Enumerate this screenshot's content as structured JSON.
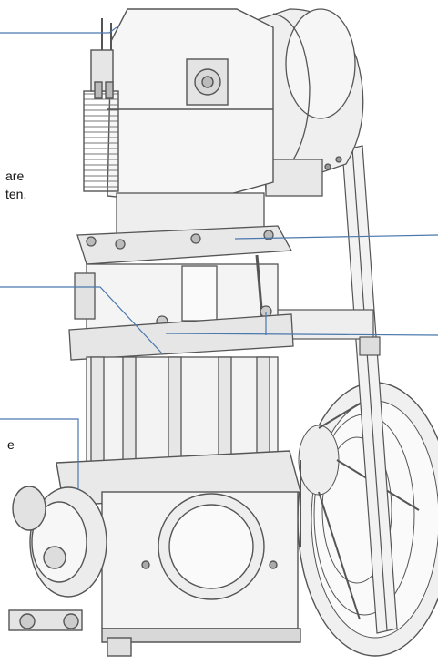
{
  "figure": {
    "label_fragments": [
      "are",
      "ten.",
      "e"
    ],
    "colors": {
      "callout_line": "#4a78ad",
      "outline": "#555555",
      "fill_light": "#f4f4f4",
      "fill_mid": "#e6e6e6",
      "fill_dark": "#cfcfcf"
    }
  }
}
